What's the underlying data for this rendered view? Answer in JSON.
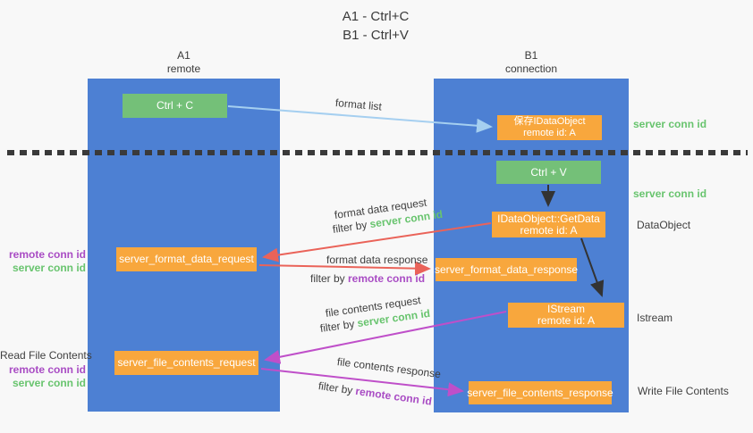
{
  "title": {
    "line1": "A1 - Ctrl+C",
    "line2": "B1 - Ctrl+V"
  },
  "columns": {
    "left": {
      "header_line1": "A1",
      "header_line2": "remote"
    },
    "right": {
      "header_line1": "B1",
      "header_line2": "connection"
    }
  },
  "nodes": {
    "ctrl_c": {
      "label": "Ctrl + C"
    },
    "save_idataobject": {
      "line1": "保存IDataObject",
      "line2": "remote id: A"
    },
    "ctrl_v": {
      "label": "Ctrl + V"
    },
    "getdata": {
      "line1": "IDataObject::GetData",
      "line2": "remote id: A"
    },
    "format_request": {
      "label": "server_format_data_request"
    },
    "format_response": {
      "label": "server_format_data_response"
    },
    "istream": {
      "line1": "IStream",
      "line2": "remote id: A"
    },
    "file_request": {
      "label": "server_file_contents_request"
    },
    "file_response": {
      "label": "server_file_contents_response"
    }
  },
  "side_labels": {
    "right_server_conn_id_1": "server conn id",
    "right_server_conn_id_2": "server conn id",
    "data_object": "DataObject",
    "istream": "Istream",
    "write_file_contents": "Write File Contents",
    "read_file_contents": "Read File Contents",
    "left_remote_conn_id_1": "remote conn id",
    "left_server_conn_id_1": "server conn id",
    "left_remote_conn_id_2": "remote conn id",
    "left_server_conn_id_2": "server conn id"
  },
  "flow_labels": {
    "format_list": "format list",
    "format_data_request": "format data request",
    "format_data_response": "format data response",
    "file_contents_request": "file contents request",
    "file_contents_response": "file contents response",
    "filter_by": "filter by ",
    "server_conn_id": "server conn id",
    "remote_conn_id": "remote conn id"
  },
  "colors": {
    "column_blue": "#4d80d3",
    "box_green": "#74c078",
    "box_orange": "#f8a73d",
    "text_green": "#68c46e",
    "text_magenta": "#a94cc4",
    "arrow_red": "#ea6359",
    "arrow_magenta": "#bf4fc9",
    "arrow_light_blue": "#a5cff0",
    "arrow_black": "#333333"
  }
}
